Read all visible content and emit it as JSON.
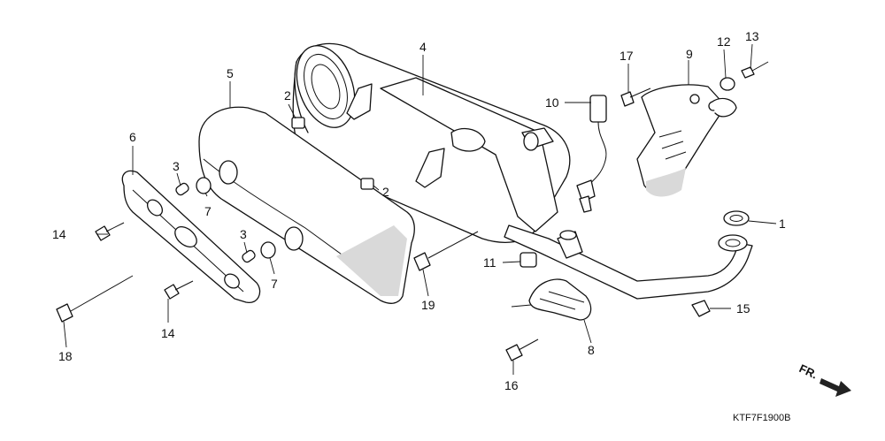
{
  "diagram": {
    "part_labels": {
      "p1": "1",
      "p2a": "2",
      "p2b": "2",
      "p3a": "3",
      "p3b": "3",
      "p4": "4",
      "p5": "5",
      "p6": "6",
      "p7a": "7",
      "p7b": "7",
      "p8": "8",
      "p9": "9",
      "p10": "10",
      "p11": "11",
      "p12": "12",
      "p13": "13",
      "p14a": "14",
      "p14b": "14",
      "p15": "15",
      "p16": "16",
      "p17": "17",
      "p18": "18",
      "p19": "19"
    },
    "direction_label": "FR.",
    "figure_code": "KTF7F1900B"
  }
}
